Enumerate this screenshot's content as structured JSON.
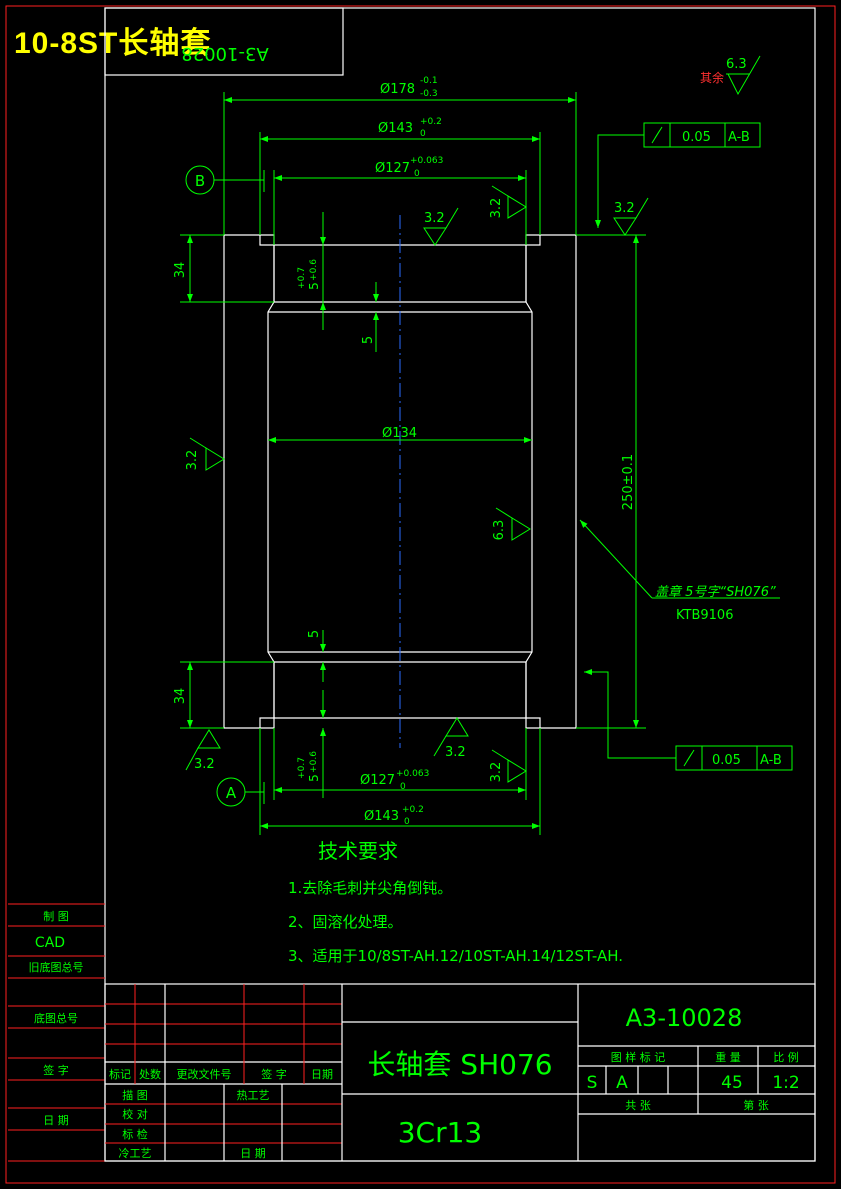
{
  "title": "10-8ST长轴套",
  "drawing": {
    "mirror_code": "A3-10028",
    "roughness_other": "其余",
    "roughness_other_value": "6.3",
    "dims": {
      "d_outer": "Ø178",
      "d_outer_tol_up": "-0.1",
      "d_outer_tol_lo": "-0.3",
      "d_counter_top": "Ø143",
      "d_counter_top_up": "+0.2",
      "d_counter_top_lo": "0",
      "d_bore_top": "Ø127",
      "d_bore_top_up": "+0.063",
      "d_bore_top_lo": "0",
      "d_mid": "Ø134",
      "d_bore_bot": "Ø127",
      "d_bore_bot_up": "+0.063",
      "d_bore_bot_lo": "0",
      "d_counter_bot": "Ø143",
      "d_counter_bot_up": "+0.2",
      "d_counter_bot_lo": "0",
      "len_top": "34",
      "len_bot": "34",
      "depth_top": "5",
      "depth_top_tol": "+0.7\n+0.6",
      "depth_top_tol_up": "+0.7",
      "depth_top_tol_lo": "+0.6",
      "step_top": "5",
      "step_bot": "5",
      "depth_bot": "5",
      "depth_bot_tol_up": "+0.7",
      "depth_bot_tol_lo": "+0.6",
      "len_total": "250±0.1"
    },
    "datums": {
      "top": "B",
      "bottom": "A"
    },
    "roughness": [
      "3.2",
      "3.2",
      "3.2",
      "3.2",
      "6.3",
      "3.2",
      "3.2",
      "3.2"
    ],
    "tolerance_top": {
      "value": "0.05",
      "datum": "A-B"
    },
    "tolerance_bottom": {
      "value": "0.05",
      "datum": "A-B"
    },
    "stamp_note": "盖章 5号字“SH076”",
    "stamp_code": "KTB9106",
    "tech_title": "技术要求",
    "tech_items": [
      "1.去除毛刺并尖角倒钝。",
      "2、固溶化处理。",
      "3、适用于10/8ST-AH.12/10ST-AH.14/12ST-AH."
    ]
  },
  "left_strip": [
    "制 图",
    "CAD",
    "旧底图总号",
    "底图总号",
    "签 字",
    "日 期"
  ],
  "title_block": {
    "rev_headers": [
      "标记",
      "处数",
      "更改文件号",
      "签 字",
      "日期"
    ],
    "sign_labels": [
      "描 图",
      "校 对",
      "标 检",
      "冷工艺"
    ],
    "hot_process": "热工艺",
    "date_label": "日 期",
    "part_name": "长轴套 SH076",
    "material": "3Cr13",
    "drawing_no": "A3-10028",
    "attr_headers": [
      "图 样 标 记",
      "重 量",
      "比 例"
    ],
    "marks": [
      "S",
      "A"
    ],
    "weight": "45",
    "scale": "1:2",
    "total_label": "共 张",
    "sheet_label": "第 张"
  }
}
